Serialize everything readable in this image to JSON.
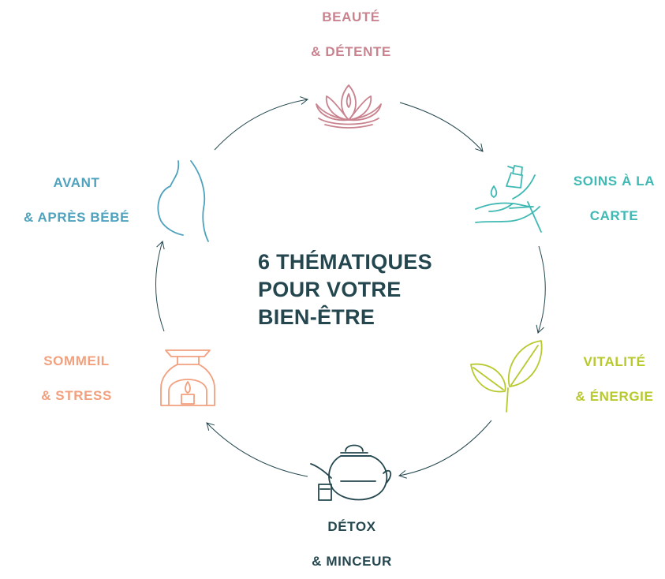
{
  "center": {
    "lines": [
      "6 THÉMATIQUES",
      "POUR VOTRE",
      "BIEN-ÊTRE"
    ],
    "color": "#24474f"
  },
  "themes": [
    {
      "line1": "BEAUTÉ",
      "line2": "& DÉTENTE",
      "icon": "lotus-icon",
      "color": "#c9838f"
    },
    {
      "line1": "SOINS À LA",
      "line2": "CARTE",
      "icon": "hand-serum-icon",
      "color": "#3fb9b3"
    },
    {
      "line1": "VITALITÉ",
      "line2": "& ÉNERGIE",
      "icon": "sprout-leaves-icon",
      "color": "#b8c92e"
    },
    {
      "line1": "DÉTOX",
      "line2": "& MINCEUR",
      "icon": "teapot-icon",
      "color": "#24474f"
    },
    {
      "line1": "SOMMEIL",
      "line2": "& STRESS",
      "icon": "oil-burner-candle-icon",
      "color": "#f2a07e"
    },
    {
      "line1": "AVANT",
      "line2": "& APRÈS BÉBÉ",
      "icon": "pregnant-belly-icon",
      "color": "#4fa2be"
    }
  ],
  "cycle_color": "#24474f"
}
